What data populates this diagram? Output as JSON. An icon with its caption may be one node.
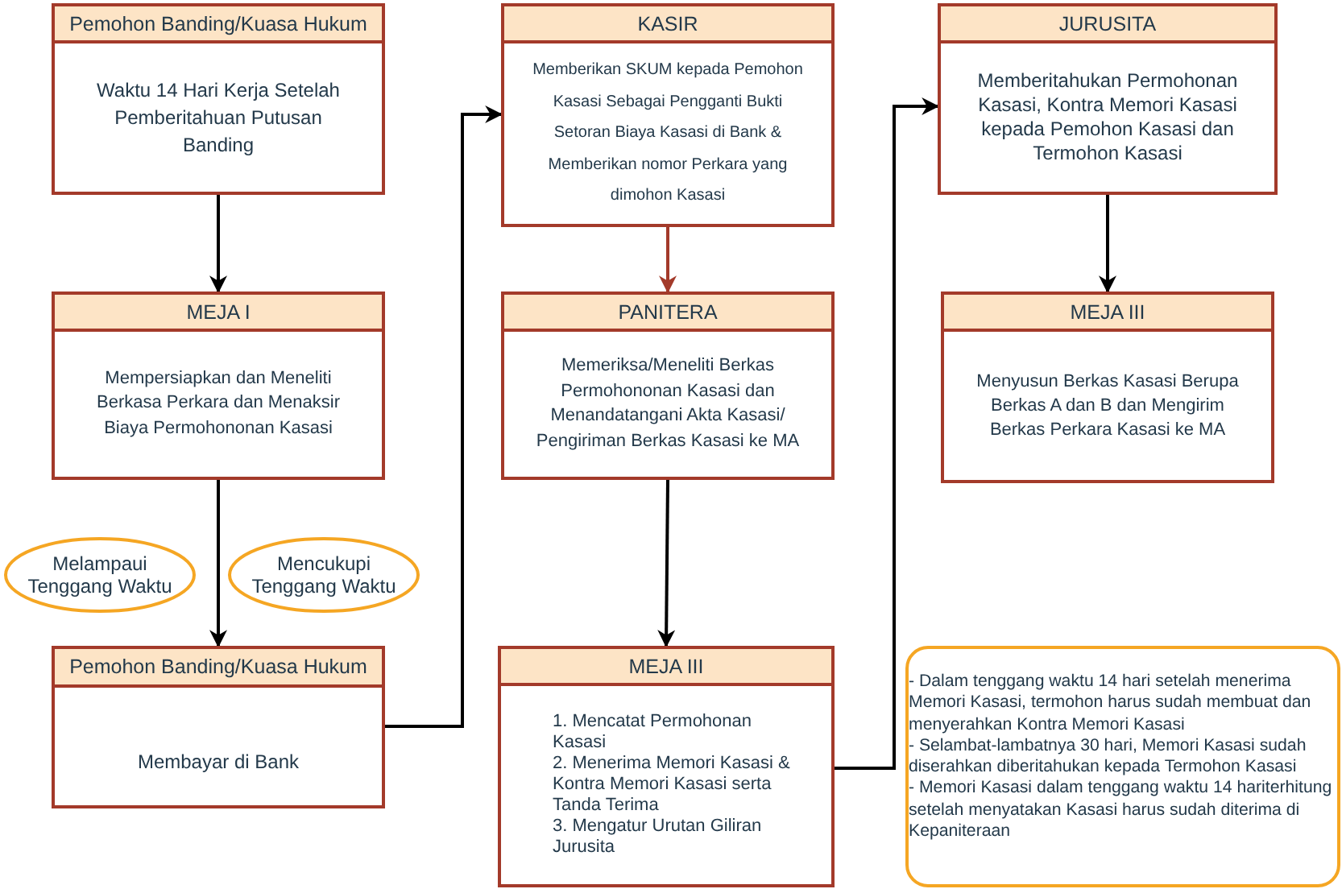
{
  "diagram": {
    "nodes": [
      {
        "text": [
          "Pemohon Banding/Kuasa Hukum",
          "Waktu 14 Hari Kerja Setelah Pemberitahuan Putusan Banding"
        ]
      },
      {
        "text": [
          "KASIR",
          "Memberikan SKUM kepada Pemohon Kasasi Sebagai Pengganti Bukti Setoran Biaya Kasasi di Bank & Memberikan nomor Perkara yang dimohon Kasasi"
        ]
      },
      {
        "text": [
          "JURUSITA",
          "Memberitahukan Permohonan Kasasi, Kontra Memori Kasasi kepada Pemohon Kasasi dan Termohon Kasasi"
        ]
      },
      {
        "text": [
          "MEJA I",
          "Mempersiapkan dan Meneliti Berkasa Perkara dan Menaksir Biaya Permohononan Kasasi"
        ]
      },
      {
        "text": [
          "PANITERA",
          "Memeriksa/Meneliti Berkas Permohononan Kasasi dan Menandatangani Akta Kasasi/ Pengiriman Berkas Kasasi ke MA"
        ]
      },
      {
        "text": [
          "MEJA III",
          "Menyusun Berkas Kasasi Berupa Berkas A dan B dan Mengirim Berkas Perkara Kasasi ke MA"
        ]
      },
      {
        "text": [
          "Melampaui Tenggang Waktu"
        ]
      },
      {
        "text": [
          "Mencukupi Tenggang Waktu"
        ]
      },
      {
        "text": [
          "Pemohon Banding/Kuasa Hukum",
          "Membayar di Bank"
        ]
      },
      {
        "text": [
          "MEJA III",
          "1. Mencatat Permohonan Kasasi",
          "2. Menerima Memori Kasasi & Kontra Memori Kasasi serta Tanda Terima",
          "3. Mengatur Urutan Giliran Jurusita"
        ]
      },
      {
        "text": [
          "- Dalam tenggang waktu 14 hari setelah menerima Memori Kasasi, termohon harus sudah membuat dan menyerahkan Kontra Memori Kasasi",
          "- Selambat-lambatnya 30 hari, Memori Kasasi sudah diserahkan diberitahukan kepada Termohon Kasasi",
          "- Memori Kasasi dalam tenggang waktu 14 hariterhitung setelah menyatakan Kasasi harus sudah diterima di Kepaniteraan"
        ]
      }
    ],
    "edges": [
      {
        "from": 0,
        "to": 3,
        "arrow": "to"
      },
      {
        "from": 3,
        "to": 8,
        "arrow": "to"
      },
      {
        "from": 8,
        "to": 1,
        "arrow": "to"
      },
      {
        "from": 1,
        "to": 4,
        "arrow": "to",
        "color": "#a33a2a"
      },
      {
        "from": 4,
        "to": 9,
        "arrow": "to"
      },
      {
        "from": 9,
        "to": 2,
        "arrow": "to"
      },
      {
        "from": 2,
        "to": 5,
        "arrow": "to"
      }
    ]
  }
}
